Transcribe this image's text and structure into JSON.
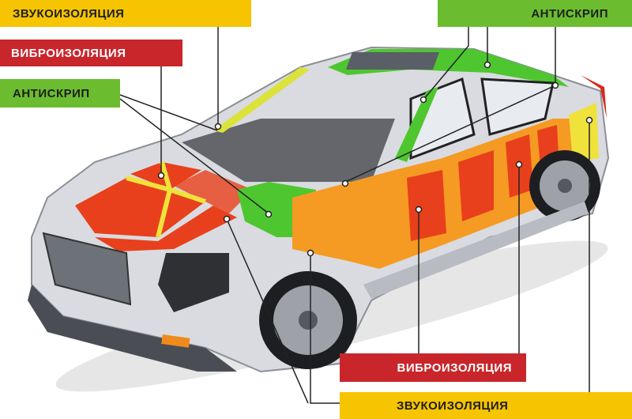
{
  "colors": {
    "sound": "#f6c400",
    "vibro": "#c8262b",
    "squeak": "#6bbd2f",
    "vibro_zone": "#e8401c",
    "sound_zone": "#f59a23",
    "squeak_zone": "#4ec630",
    "seam": "#f0e23a"
  },
  "labels": {
    "top_left_sound": "ЗВУКОИЗОЛЯЦИЯ",
    "top_left_vibro": "ВИБРОИЗОЛЯЦИЯ",
    "top_left_squeak": "АНТИСКРИП",
    "top_right_squeak": "АНТИСКРИП",
    "bottom_vibro": "ВИБРОИЗОЛЯЦИЯ",
    "bottom_sound": "ЗВУКОИЗОЛЯЦИЯ"
  }
}
